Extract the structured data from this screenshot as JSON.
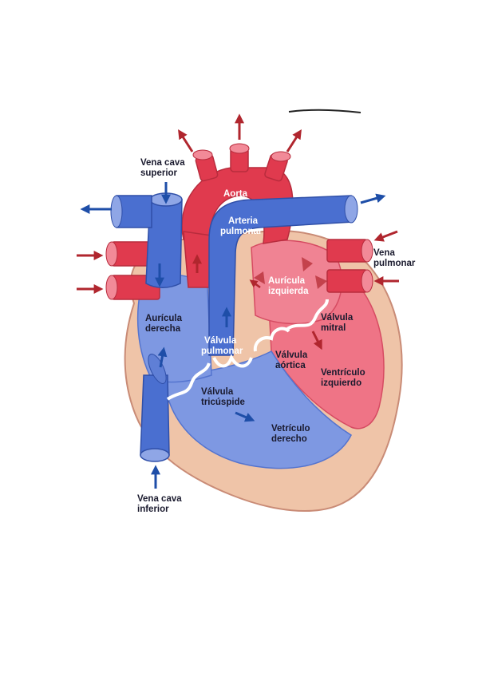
{
  "diagram": {
    "labels": {
      "vena_cava_superior": [
        "Vena cava",
        "superior"
      ],
      "aorta": "Aorta",
      "arteria_pulmonar": [
        "Arteria",
        "pulmonar"
      ],
      "vena_pulmonar": [
        "Vena",
        "pulmonar"
      ],
      "auricula_izquierda": [
        "Aurícula",
        "izquierda"
      ],
      "auricula_derecha": [
        "Aurícula",
        "derecha"
      ],
      "valvula_mitral": [
        "Válvula",
        "mitral"
      ],
      "valvula_pulmonar": [
        "Válvula",
        "pulmonar"
      ],
      "valvula_aortica": [
        "Válvula",
        "aórtica"
      ],
      "ventriculo_izquierdo": [
        "Ventrículo",
        "izquierdo"
      ],
      "valvula_tricuspide": [
        "Válvula",
        "tricúspide"
      ],
      "ventriculo_derecho": [
        "Vetrículo",
        "derecho"
      ],
      "vena_cava_inferior": [
        "Vena cava",
        "inferior"
      ]
    },
    "colors": {
      "oxygenated": "#e03a4e",
      "oxygenated_light": "#f28a98",
      "deoxygenated": "#4a6fd0",
      "deoxygenated_light": "#8fa6e6",
      "wall": "#efc4a8",
      "wall_outline": "#c98b76",
      "arrow_red": "#b0262e",
      "arrow_blue": "#1e4ea8"
    }
  }
}
